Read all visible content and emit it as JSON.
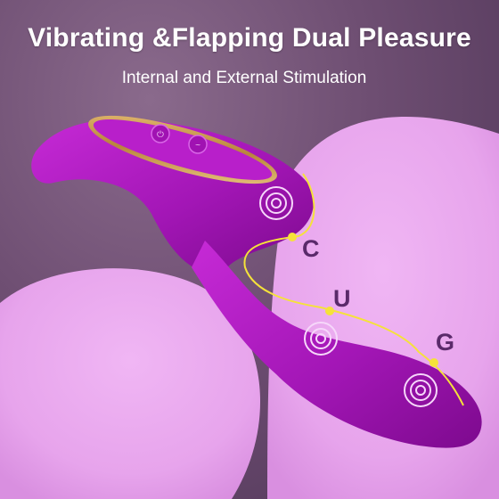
{
  "headline": "Vibrating &Flapping Dual Pleasure",
  "subheadline": "Internal and External Stimulation",
  "zones": {
    "c": "C",
    "u": "U",
    "g": "G"
  },
  "colors": {
    "background_dark": "#5c3f63",
    "pink_blob": "#e9a8ee",
    "product_purple": "#b51fc4",
    "gold_accent": "#c99a4e",
    "marker_yellow": "#f5e23a"
  },
  "icons": [
    "power-button-icon",
    "mode-button-icon",
    "vibration-ring-icon"
  ]
}
